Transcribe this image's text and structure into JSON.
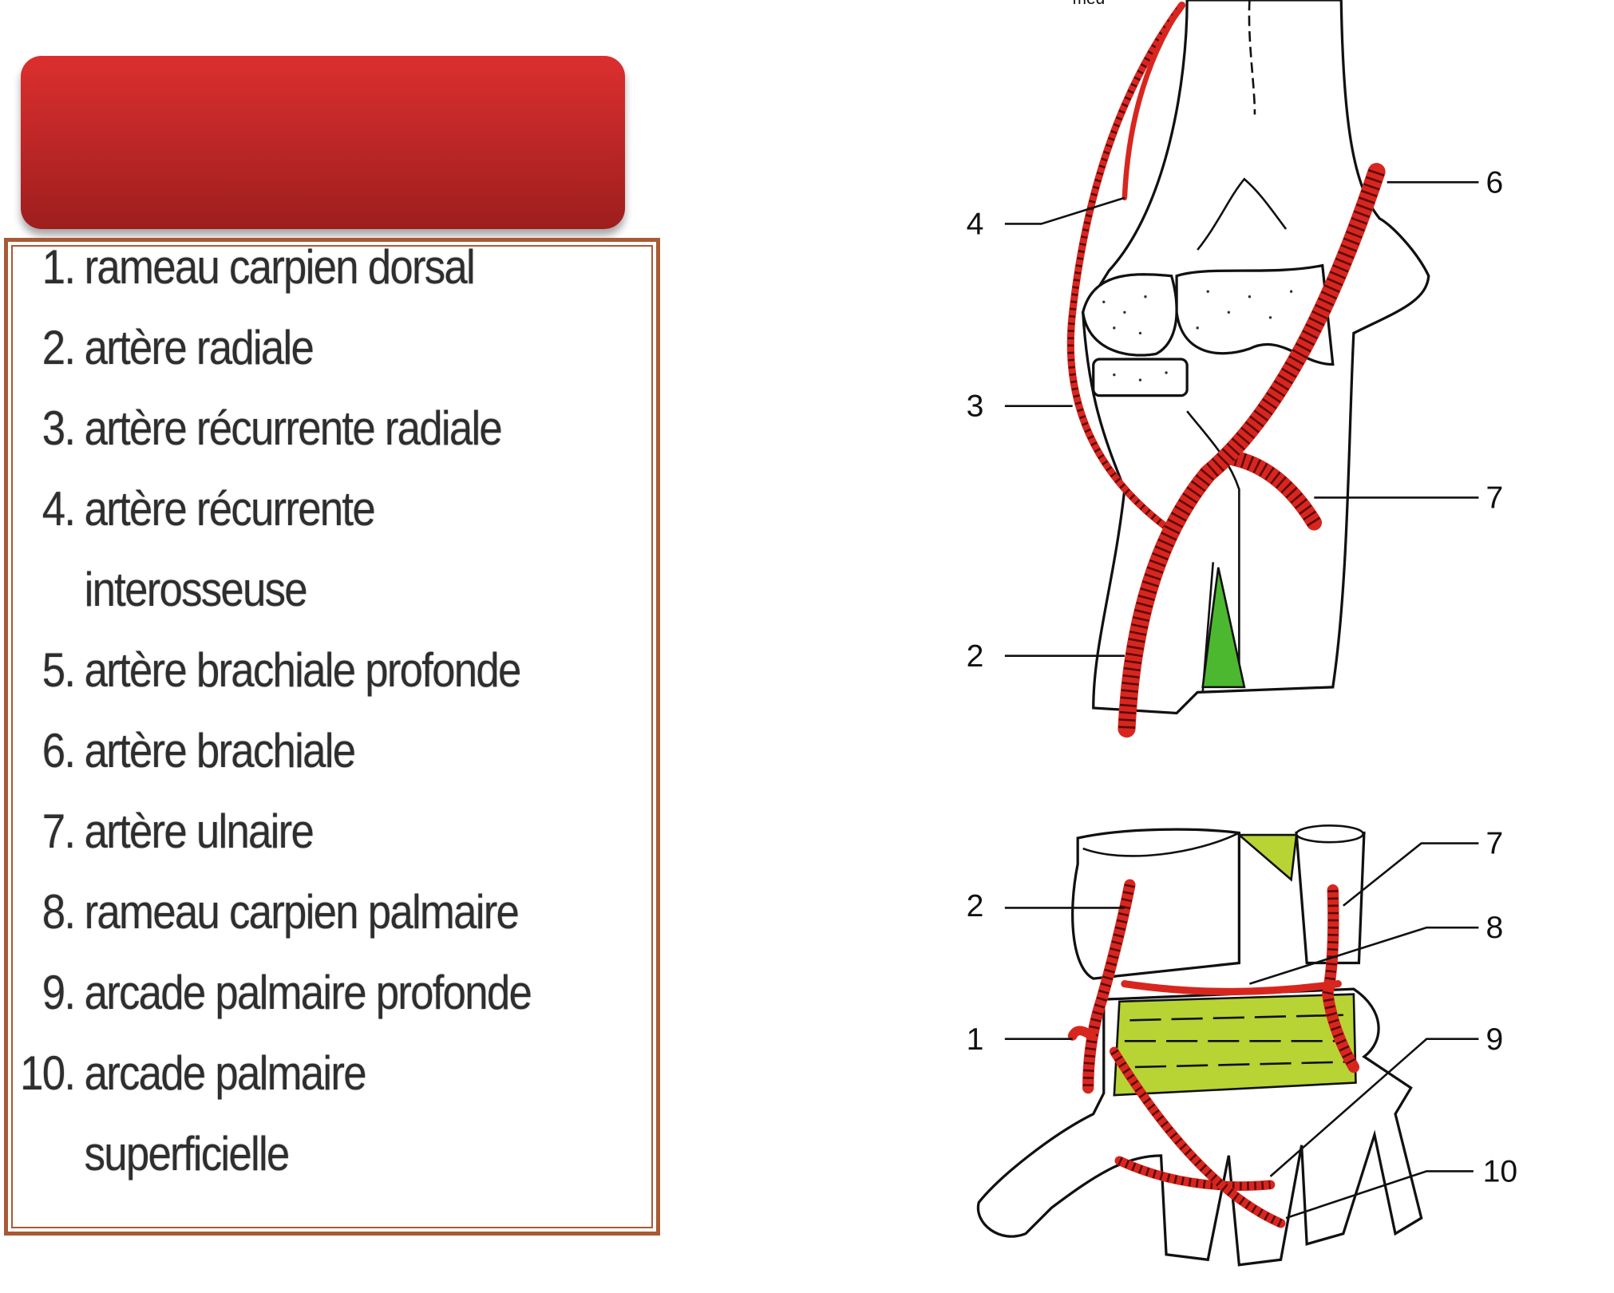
{
  "legend": {
    "items": [
      {
        "num": "1.",
        "text": "rameau carpien dorsal"
      },
      {
        "num": "2.",
        "text": "artère radiale"
      },
      {
        "num": "3.",
        "text": "artère récurrente radiale"
      },
      {
        "num": "4.",
        "text": "artère récurrente",
        "cont": "interosseuse"
      },
      {
        "num": "5.",
        "text": "artère brachiale profonde"
      },
      {
        "num": "6.",
        "text": "artère brachiale"
      },
      {
        "num": "7.",
        "text": "artère ulnaire"
      },
      {
        "num": "8.",
        "text": "rameau carpien palmaire"
      },
      {
        "num": "9.",
        "text": "arcade palmaire profonde"
      },
      {
        "num": "10.",
        "text": "arcade palmaire",
        "cont": "superficielle"
      }
    ]
  },
  "elbow_diagram": {
    "top_fragment": "med",
    "labels": {
      "l6": "6",
      "l4": "4",
      "l3": "3",
      "l7": "7",
      "l2": "2"
    }
  },
  "wrist_diagram": {
    "labels": {
      "l2": "2",
      "l7": "7",
      "l8": "8",
      "l1": "1",
      "l9": "9",
      "l10": "10"
    }
  },
  "colors": {
    "title_top": "#dc2f2f",
    "title_bottom": "#9e1e1e",
    "border": "#a85a35",
    "artery": "#d8261f",
    "ligament": "#b8d334",
    "muscle": "#4cb82f"
  }
}
